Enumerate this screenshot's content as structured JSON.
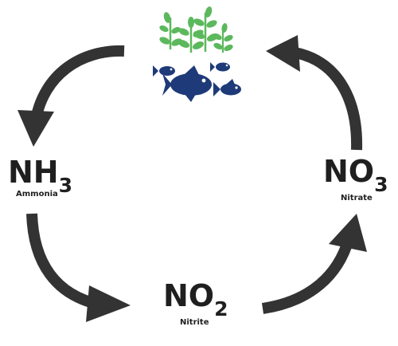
{
  "diagram": {
    "colors": {
      "arrow": "#333333",
      "plant": "#5cb85c",
      "fish": "#1e3a78",
      "text": "#1f1f1f"
    },
    "icons": [
      "plant-icon",
      "fish-icon"
    ],
    "nodes": [
      {
        "id": "nh3",
        "formula": "NH",
        "subscript": "3",
        "caption": "Ammonia"
      },
      {
        "id": "no2",
        "formula": "NO",
        "subscript": "2",
        "caption": "Nitrite"
      },
      {
        "id": "no3",
        "formula": "NO",
        "subscript": "3",
        "caption": "Nitrate"
      }
    ]
  }
}
